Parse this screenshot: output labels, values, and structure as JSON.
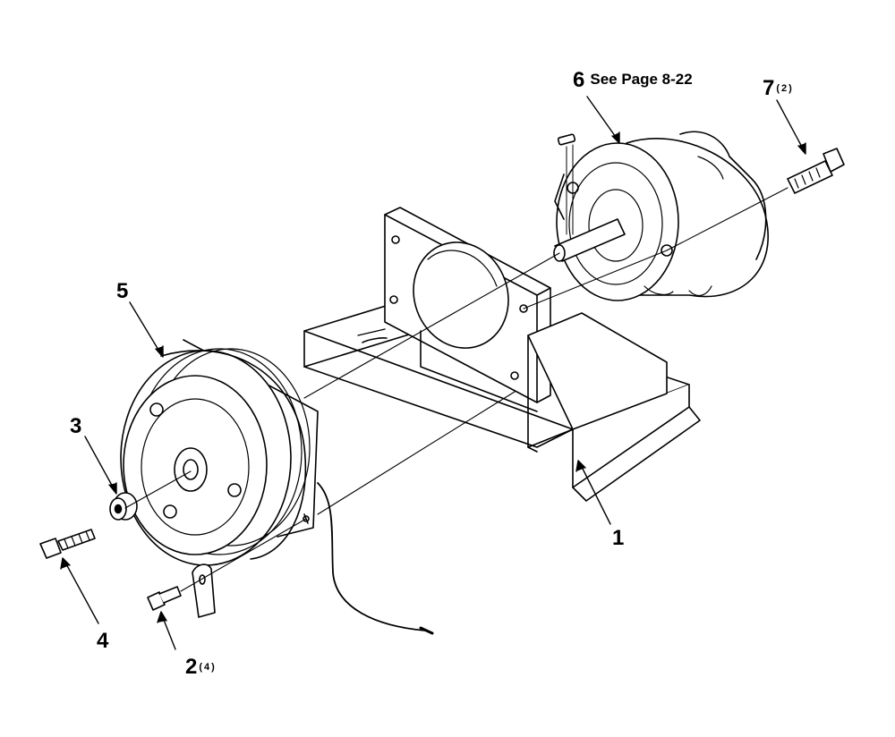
{
  "callouts": [
    {
      "id": "1",
      "number": "1",
      "qty": "",
      "note": ""
    },
    {
      "id": "2",
      "number": "2",
      "qty": "(4)",
      "note": ""
    },
    {
      "id": "3",
      "number": "3",
      "qty": "",
      "note": ""
    },
    {
      "id": "4",
      "number": "4",
      "qty": "",
      "note": ""
    },
    {
      "id": "5",
      "number": "5",
      "qty": "",
      "note": ""
    },
    {
      "id": "6",
      "number": "6",
      "qty": "",
      "note": "See Page 8-22"
    },
    {
      "id": "7",
      "number": "7",
      "qty": "(2)",
      "note": ""
    }
  ],
  "colors": {
    "ink": "#000000",
    "paper": "#ffffff"
  }
}
